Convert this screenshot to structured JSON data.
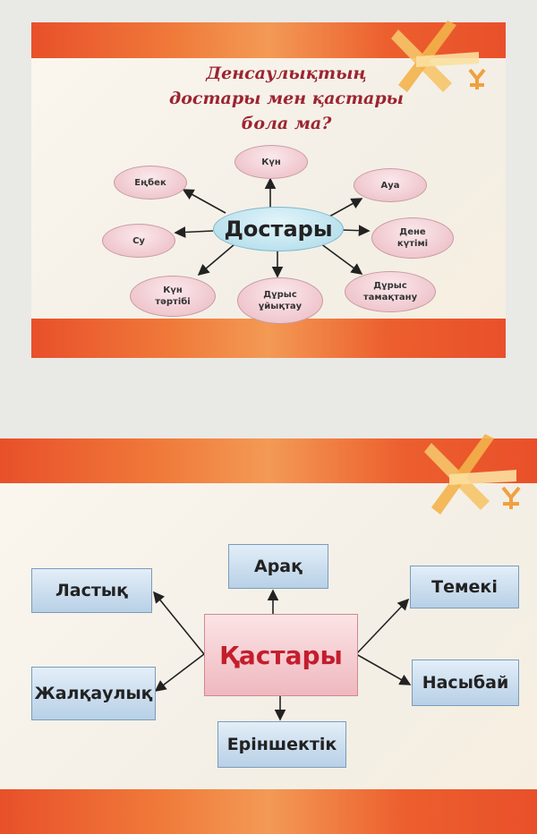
{
  "slide1": {
    "title_lines": [
      "Денсаулықтың",
      "достары мен қастары",
      "бола ма?"
    ],
    "center": "Достары",
    "nodes": {
      "kun": "Күн",
      "enbek": "Еңбек",
      "aua": "Ауа",
      "su": "Су",
      "dene": [
        "Дене",
        "күтімі"
      ],
      "kun_tartibi": [
        "Күн",
        "тәртібі"
      ],
      "uiyqtau": [
        "Дұрыс",
        "ұйықтау"
      ],
      "tamaqtanu": [
        "Дұрыс",
        "тамақтану"
      ]
    }
  },
  "slide2": {
    "center": "Қастары",
    "nodes": {
      "araq": "Арақ",
      "lastyq": "Ластық",
      "temeki": "Темекі",
      "zhalqauluq": "Жалқаулық",
      "nasybai": "Насыбай",
      "erinshektik": "Еріншектік"
    }
  },
  "colors": {
    "banner": "#e8502a",
    "title": "#9c2430",
    "enemies_text": "#c41d2c"
  }
}
